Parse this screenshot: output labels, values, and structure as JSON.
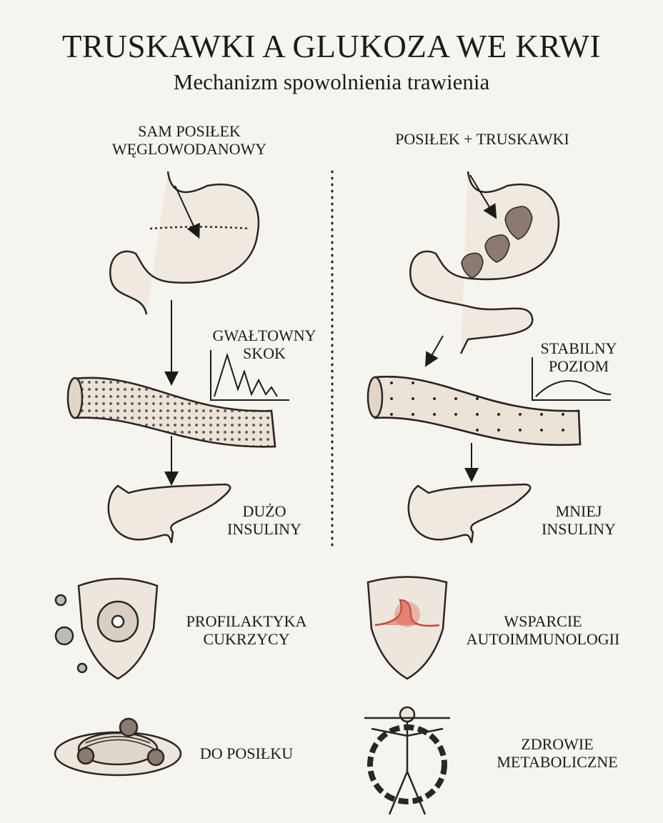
{
  "header": {
    "title": "TRUSKAWKI A GLUKOZA WE KRWI",
    "subtitle": "Mechanizm spowolnienia trawienia"
  },
  "left_panel": {
    "heading_line1": "SAM POSIŁEK",
    "heading_line2": "WĘGLOWODANOWY",
    "spike_label_line1": "GWAŁTOWNY",
    "spike_label_line2": "SKOK",
    "insulin_label_line1": "DUŻO",
    "insulin_label_line2": "INSULINY"
  },
  "right_panel": {
    "heading": "POSIŁEK + TRUSKAWKI",
    "stable_label_line1": "STABILNY",
    "stable_label_line2": "POZIOM",
    "insulin_label_line1": "MNIEJ",
    "insulin_label_line2": "INSULINY"
  },
  "benefits": [
    {
      "line1": "PROFILAKTYKA",
      "line2": "CUKRZYCY",
      "icon": "shield-cell-icon"
    },
    {
      "line1": "WSPARCIE",
      "line2": "AUTOIMMUNOLOGII",
      "icon": "shield-gut-icon"
    },
    {
      "line1": "DO POSIŁKU",
      "line2": "",
      "icon": "pasta-strawberry-plate-icon"
    },
    {
      "line1": "ZDROWIE",
      "line2": "METABOLICZNE",
      "icon": "vitruvian-gear-icon"
    }
  ],
  "colors": {
    "background": "#f6f4ef",
    "ink": "#1d1b18",
    "strawberry": "#8a7a72",
    "inflammation": "#d9584a"
  }
}
